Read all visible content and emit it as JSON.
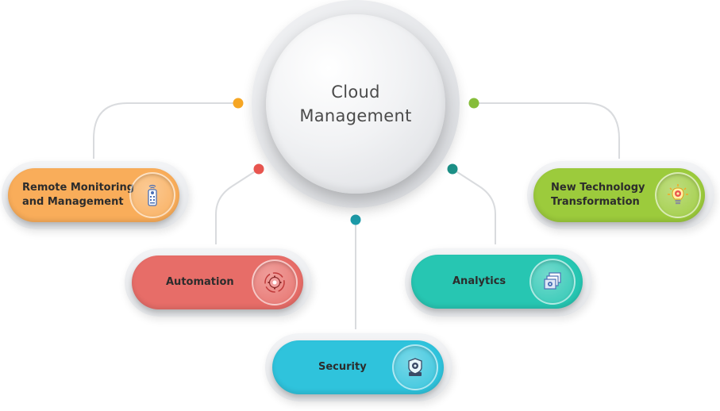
{
  "hub": {
    "title": "Cloud\nManagement"
  },
  "nodes": [
    {
      "label": "Remote Monitoring\nand Management",
      "color": "#f9ad5a",
      "icon": "remote-control-icon"
    },
    {
      "label": "Automation",
      "color": "#e76d68",
      "icon": "gear-cycle-icon"
    },
    {
      "label": "Security",
      "color": "#2fc3dc",
      "icon": "secure-gear-icon"
    },
    {
      "label": "Analytics",
      "color": "#27c6b2",
      "icon": "stacked-windows-icon"
    },
    {
      "label": "New Technology\nTransformation",
      "color": "#9ccb3c",
      "icon": "lightbulb-gear-icon"
    }
  ],
  "connector_colors": [
    "#f6a623",
    "#e8554f",
    "#1c9aa8",
    "#1c8f86",
    "#86bd3a"
  ],
  "line_color": "#d9dbde"
}
